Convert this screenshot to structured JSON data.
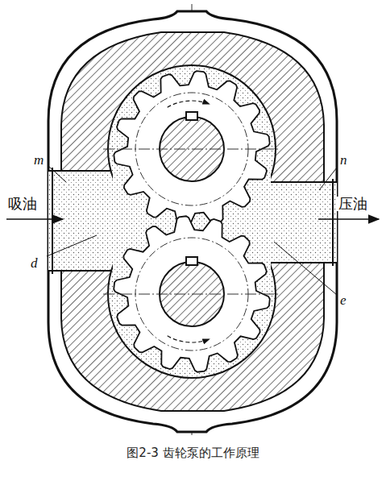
{
  "diagram": {
    "caption": "图2-3 齿轮泵的工作原理",
    "labels": [
      "m",
      "吸油",
      "d",
      "n",
      "压油",
      "e"
    ]
  }
}
